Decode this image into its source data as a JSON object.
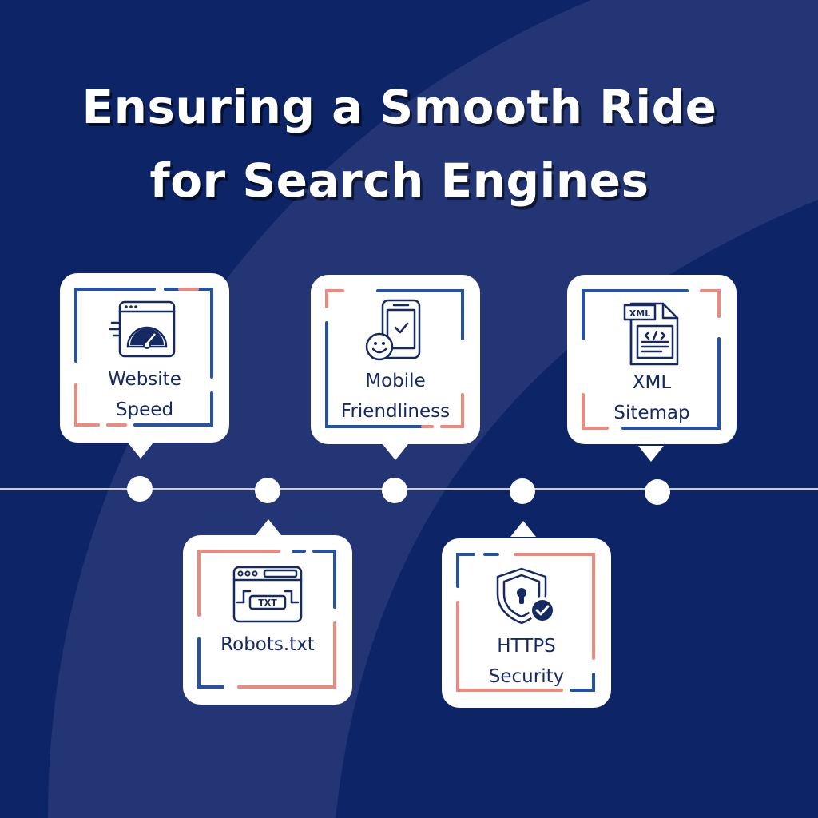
{
  "title": {
    "line1": "Ensuring a Smooth Ride",
    "line2": "for Search Engines"
  },
  "colors": {
    "background": "#0d2566",
    "arc": "#233574",
    "blue_accent": "#2453a6",
    "coral_accent": "#ec8a7e",
    "text": "#152a63"
  },
  "items": [
    {
      "label": [
        "Website",
        "Speed"
      ],
      "icon": "speedometer-browser-icon"
    },
    {
      "label": [
        "Robots.txt"
      ],
      "icon": "txt-browser-icon"
    },
    {
      "label": [
        "Mobile",
        "Friendliness"
      ],
      "icon": "smartphone-smiley-icon"
    },
    {
      "label": [
        "HTTPS",
        "Security"
      ],
      "icon": "shield-lock-check-icon"
    },
    {
      "label": [
        "XML",
        "Sitemap"
      ],
      "icon": "xml-document-icon"
    }
  ]
}
